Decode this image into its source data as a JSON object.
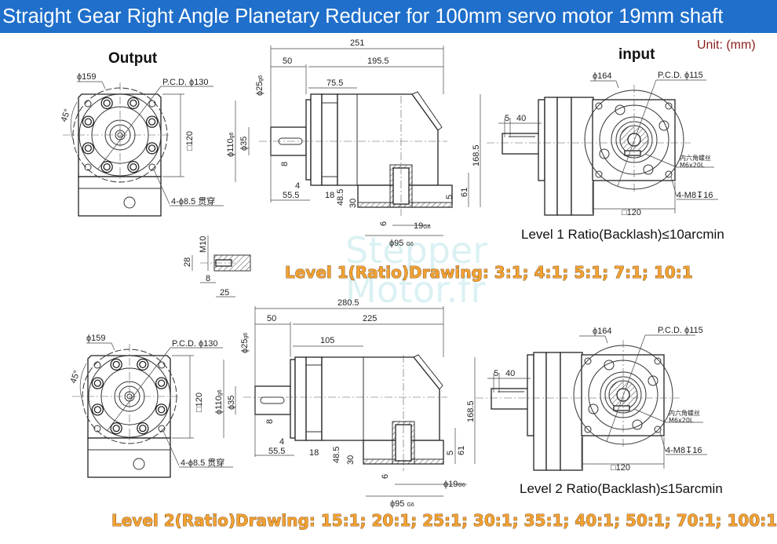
{
  "title": "Straight Gear Right Angle Planetary Reducer for 100mm servo motor 19mm shaft",
  "unit": "Unit: (mm)",
  "view_labels": {
    "output": "Output",
    "input": "input"
  },
  "watermark": "Steppermotor.fr",
  "watermark_logo": {
    "line1": "Stepper",
    "line2": "Motor.fr"
  },
  "front_view": {
    "outer_dia": "ϕ159",
    "pcd": "P.C.D. ϕ130",
    "angle": "45°",
    "square": "□120",
    "holes": "4-ϕ8.5 贯穿"
  },
  "level1": {
    "side": {
      "overall": "251",
      "shaft_len": "50",
      "body_len": "195.5",
      "section_len": "75.5",
      "shaft_dia": "ϕ25",
      "shaft_tol": "g6",
      "pilot_dia": "ϕ110",
      "pilot_tol": "g6",
      "key_width": "ϕ35",
      "key_depth": "8",
      "flange_gap": "4",
      "shaft_total": "55.5",
      "flange_thk": "18",
      "center_height": "48.5",
      "base_height": "30",
      "bore_depth": "5",
      "bore_height": "61",
      "height": "168.5",
      "key_slot": "6",
      "bore_dia": "19",
      "bore_tol": "G6",
      "input_pilot": "ϕ95",
      "input_pilot_tol": "G6"
    },
    "ratio_info": "Level 1 Ratio(Backlash)≤10arcmin",
    "ratio_drawing": "Level 1(Ratio)Drawing: 3:1;  4:1;  5:1;  7:1;  10:1"
  },
  "level2": {
    "side": {
      "overall": "280.5",
      "shaft_len": "50",
      "body_len": "225",
      "section_len": "105",
      "shaft_dia": "ϕ25",
      "shaft_tol": "g6",
      "pilot_dia": "ϕ110",
      "pilot_tol": "g6",
      "key_width": "ϕ35",
      "key_depth": "8",
      "flange_gap": "4",
      "shaft_total": "55.5",
      "flange_thk": "18",
      "center_height": "48.5",
      "base_height": "30",
      "bore_depth": "5",
      "bore_height": "61",
      "height": "168.5",
      "key_slot": "6",
      "bore_dia": "ϕ19",
      "bore_tol": "G6",
      "input_pilot": "ϕ95",
      "input_pilot_tol": "G6"
    },
    "ratio_info": "Level 2 Ratio(Backlash)≤15arcmin",
    "ratio_drawing": "Level 2(Ratio)Drawing: 15:1; 20:1; 25:1; 30:1; 35:1; 40:1; 50:1; 70:1; 100:1"
  },
  "input_view": {
    "outer_dia": "ϕ164",
    "pcd": "P.C.D. ϕ115",
    "shaft_offset": "5",
    "shaft_len": "40",
    "screw_cn": "内六角螺丝",
    "screw": "M6x20L",
    "holes": "4-M8↧16",
    "square": "□120"
  },
  "thread_detail": {
    "thread": "M10",
    "depth": "28",
    "offset": "8",
    "length": "25"
  },
  "colors": {
    "header_bg": "#1f6fcb",
    "unit": "#8b1d1d",
    "level_text": "#f3a232"
  }
}
